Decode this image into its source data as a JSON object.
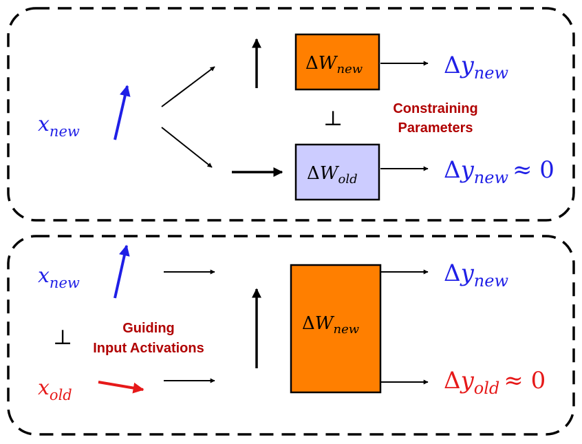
{
  "top_panel": {
    "input_label": {
      "var": "x",
      "sub": "new"
    },
    "box_new": {
      "delta": "Δ",
      "var": "W",
      "sub": "new"
    },
    "box_old": {
      "delta": "Δ",
      "var": "W",
      "sub": "old"
    },
    "output_new": {
      "delta": "Δ",
      "var": "y",
      "sub": "new"
    },
    "output_old": {
      "delta": "Δ",
      "var": "y",
      "sub": "new",
      "approx": "≈ 0"
    },
    "perp_symbol": "⊥",
    "annotation_line1": "Constraining",
    "annotation_line2": "Parameters"
  },
  "bottom_panel": {
    "input_new": {
      "var": "x",
      "sub": "new"
    },
    "input_old": {
      "var": "x",
      "sub": "old"
    },
    "box": {
      "delta": "Δ",
      "var": "W",
      "sub": "new"
    },
    "output_new": {
      "delta": "Δ",
      "var": "y",
      "sub": "new"
    },
    "output_old": {
      "delta": "Δ",
      "var": "y",
      "sub": "old",
      "approx": "≈ 0"
    },
    "perp_symbol": "⊥",
    "annotation_line1": "Guiding",
    "annotation_line2": "Input Activations"
  },
  "colors": {
    "blue": "#1f1fe6",
    "red": "#e61919",
    "dark_red": "#b00000",
    "orange": "#ff7f00",
    "lavender": "#ccccff",
    "black": "#000000"
  }
}
